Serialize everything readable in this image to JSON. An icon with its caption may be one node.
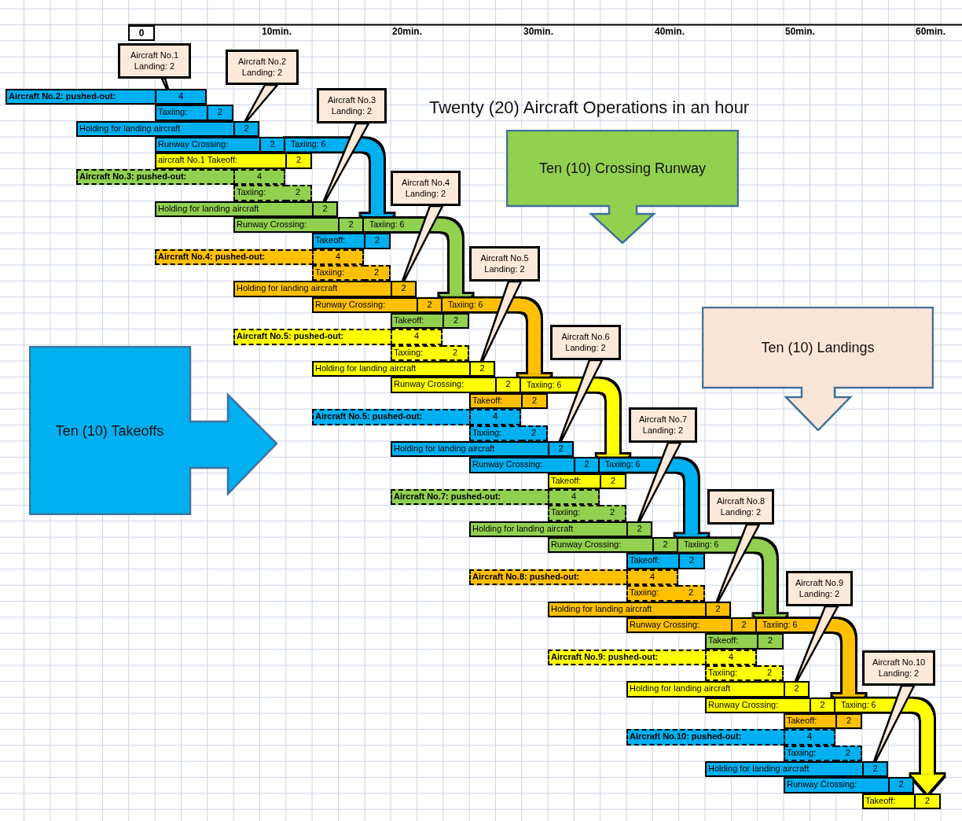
{
  "diagram": {
    "title": "Twenty (20) Aircraft Operations in an hour",
    "nodes": [
      {
        "text": [
          "Aircraft No.2: pushed-out:",
          "4"
        ]
      },
      {
        "text": [
          "Taxiing:",
          "2"
        ]
      },
      {
        "text": [
          "Holding for landing aircraft",
          "2"
        ]
      },
      {
        "text": [
          "Runway Crossing:",
          "2"
        ]
      },
      {
        "text": [
          "aircraft No.1 Takeoff:",
          "2"
        ]
      },
      {
        "text": [
          "Aircraft No.3: pushed-out:",
          "4"
        ]
      },
      {
        "text": [
          "Taxiing:",
          "2"
        ]
      },
      {
        "text": [
          "Holding for landing aircraft",
          "2"
        ]
      },
      {
        "text": [
          "Runway Crossing:",
          "2"
        ]
      },
      {
        "text": [
          "Takeoff:",
          "2"
        ]
      },
      {
        "text": [
          "Aircraft No.4: pushed-out:",
          "4"
        ]
      },
      {
        "text": [
          "Taxiing:",
          "2"
        ]
      },
      {
        "text": [
          "Holding for landing aircraft",
          "2"
        ]
      },
      {
        "text": [
          "Runway Crossing:",
          "2"
        ]
      },
      {
        "text": [
          "Takeoff:",
          "2"
        ]
      },
      {
        "text": [
          "Aircraft No.5: pushed-out:",
          "4"
        ]
      },
      {
        "text": [
          "Taxiing:",
          "2"
        ]
      },
      {
        "text": [
          "Holding for landing aircraft",
          "2"
        ]
      },
      {
        "text": [
          "Runway Crossing:",
          "2"
        ]
      },
      {
        "text": [
          "Takeoff:",
          "2"
        ]
      },
      {
        "text": [
          "Aircraft No.5: pushed-out:",
          "4"
        ]
      },
      {
        "text": [
          "Taxiing:",
          "2"
        ]
      },
      {
        "text": [
          "Holding for landing aircraft",
          "2"
        ]
      },
      {
        "text": [
          "Runway Crossing:",
          "2"
        ]
      },
      {
        "text": [
          "Takeoff:",
          "2"
        ]
      },
      {
        "text": [
          "Aircraft No.7: pushed-out:",
          "4"
        ]
      },
      {
        "text": [
          "Taxiing:",
          "2"
        ]
      },
      {
        "text": [
          "Holding for landing aircraft",
          "2"
        ]
      },
      {
        "text": [
          "Runway Crossing:",
          "2"
        ]
      },
      {
        "text": [
          "Takeoff:",
          "2"
        ]
      },
      {
        "text": [
          "Aircraft No.8: pushed-out:",
          "4"
        ]
      },
      {
        "text": [
          "Taxiing:",
          "2"
        ]
      },
      {
        "text": [
          "Holding for landing aircraft",
          "2"
        ]
      },
      {
        "text": [
          "Runway Crossing:",
          "2"
        ]
      },
      {
        "text": [
          "Takeoff:",
          "2"
        ]
      },
      {
        "text": [
          "Aircraft No.9: pushed-out:",
          "4"
        ]
      },
      {
        "text": [
          "Taxiing:",
          "2"
        ]
      },
      {
        "text": [
          "Holding for landing aircraft",
          "2"
        ]
      },
      {
        "text": [
          "Runway Crossing:",
          "2"
        ]
      },
      {
        "text": [
          "Takeoff:",
          "2"
        ]
      },
      {
        "text": [
          "Aircraft No.10: pushed-out:",
          "4"
        ]
      },
      {
        "text": [
          "Taxiing:",
          "2"
        ]
      },
      {
        "text": [
          "Holding for landing aircraft",
          "2"
        ]
      },
      {
        "text": [
          "Runway Crossing:",
          "2"
        ]
      },
      {
        "text": [
          "Takeoff:",
          "2"
        ]
      },
      {
        "text": [
          "Aircraft No.1 Landing: 2"
        ]
      },
      {
        "text": [
          "Aircraft No.2 Landing: 2"
        ]
      },
      {
        "text": [
          "Aircraft No.3 Landing: 2"
        ]
      },
      {
        "text": [
          "Aircraft No.4 Landing: 2"
        ]
      },
      {
        "text": [
          "Aircraft No.5 Landing: 2"
        ]
      },
      {
        "text": [
          "Aircraft No.6 Landing: 2"
        ]
      },
      {
        "text": [
          "Aircraft No.7 Landing: 2"
        ]
      },
      {
        "text": [
          "Aircraft No.8 Landing: 2"
        ]
      },
      {
        "text": [
          "Aircraft No.9 Landing: 2"
        ]
      },
      {
        "text": [
          "Aircraft No.10 Landing: 2"
        ]
      },
      {
        "text": [
          "Ten (10) Crossing Runway"
        ]
      },
      {
        "text": [
          "Ten (10) Landings"
        ]
      },
      {
        "text": [
          "Ten (10) Takeoffs"
        ]
      }
    ],
    "edges": [
      {
        "from": 3,
        "to": 9,
        "arrow": "to",
        "label": "Taxiing: 6",
        "color": "#00b0f0"
      },
      {
        "from": 8,
        "to": 14,
        "arrow": "to",
        "label": "Taxiing: 6",
        "color": "#92d050"
      },
      {
        "from": 13,
        "to": 19,
        "arrow": "to",
        "label": "Taxiing: 6",
        "color": "#ffc000"
      },
      {
        "from": 18,
        "to": 24,
        "arrow": "to",
        "label": "Taxiing: 6",
        "color": "#ffff00"
      },
      {
        "from": 23,
        "to": 29,
        "arrow": "to",
        "label": "Taxiing: 6",
        "color": "#00b0f0"
      },
      {
        "from": 28,
        "to": 34,
        "arrow": "to",
        "label": "Taxiing: 6",
        "color": "#92d050"
      },
      {
        "from": 33,
        "to": 39,
        "arrow": "to",
        "label": "Taxiing: 6",
        "color": "#ffc000"
      },
      {
        "from": 38,
        "to": 44,
        "arrow": "to",
        "label": "Taxiing: 6",
        "color": "#ffff00"
      },
      {
        "from": 45,
        "to": 0,
        "arrow": "none"
      },
      {
        "from": 46,
        "to": 2,
        "arrow": "none"
      },
      {
        "from": 47,
        "to": 7,
        "arrow": "none"
      },
      {
        "from": 48,
        "to": 12,
        "arrow": "none"
      },
      {
        "from": 49,
        "to": 17,
        "arrow": "none"
      },
      {
        "from": 50,
        "to": 22,
        "arrow": "none"
      },
      {
        "from": 51,
        "to": 27,
        "arrow": "none"
      },
      {
        "from": 52,
        "to": 32,
        "arrow": "none"
      },
      {
        "from": 53,
        "to": 37,
        "arrow": "none"
      },
      {
        "from": 54,
        "to": 42,
        "arrow": "none"
      }
    ],
    "labels": [
      "0",
      "10min.",
      "20min.",
      "30min.",
      "40min.",
      "50min.",
      "60min."
    ]
  }
}
